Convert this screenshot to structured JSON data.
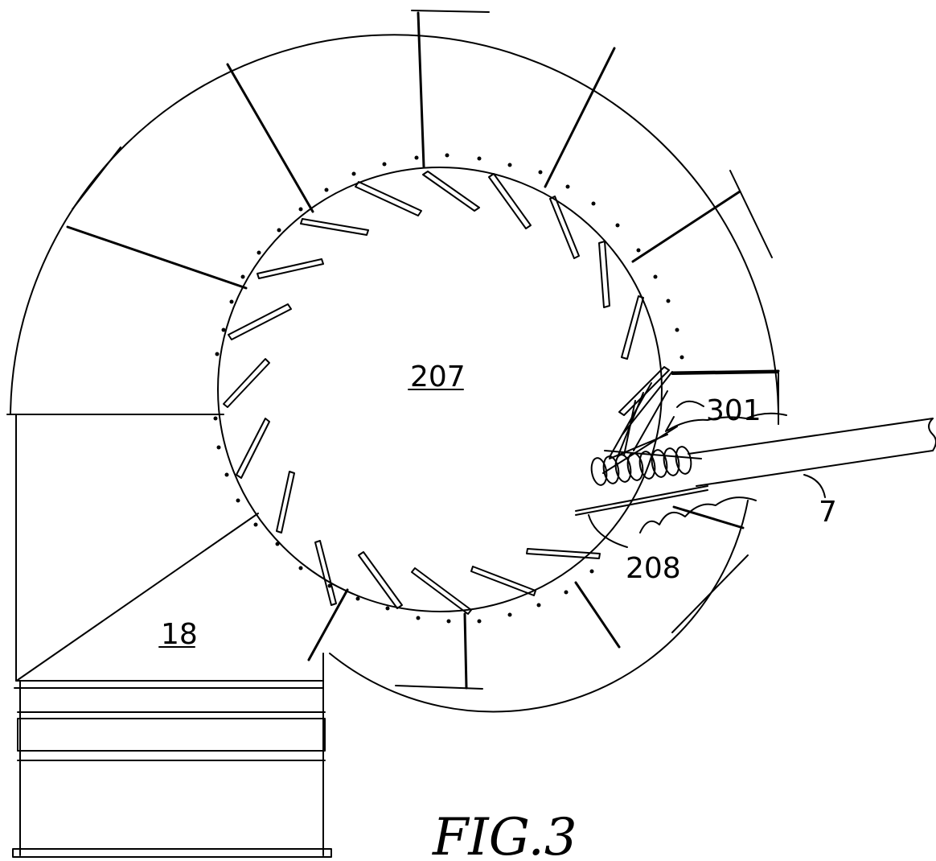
{
  "figure": {
    "caption": "FIG.3",
    "labels": {
      "center": "207",
      "inlet": "18",
      "tube": "7",
      "lower_part": "208",
      "upper_part": "301"
    }
  }
}
